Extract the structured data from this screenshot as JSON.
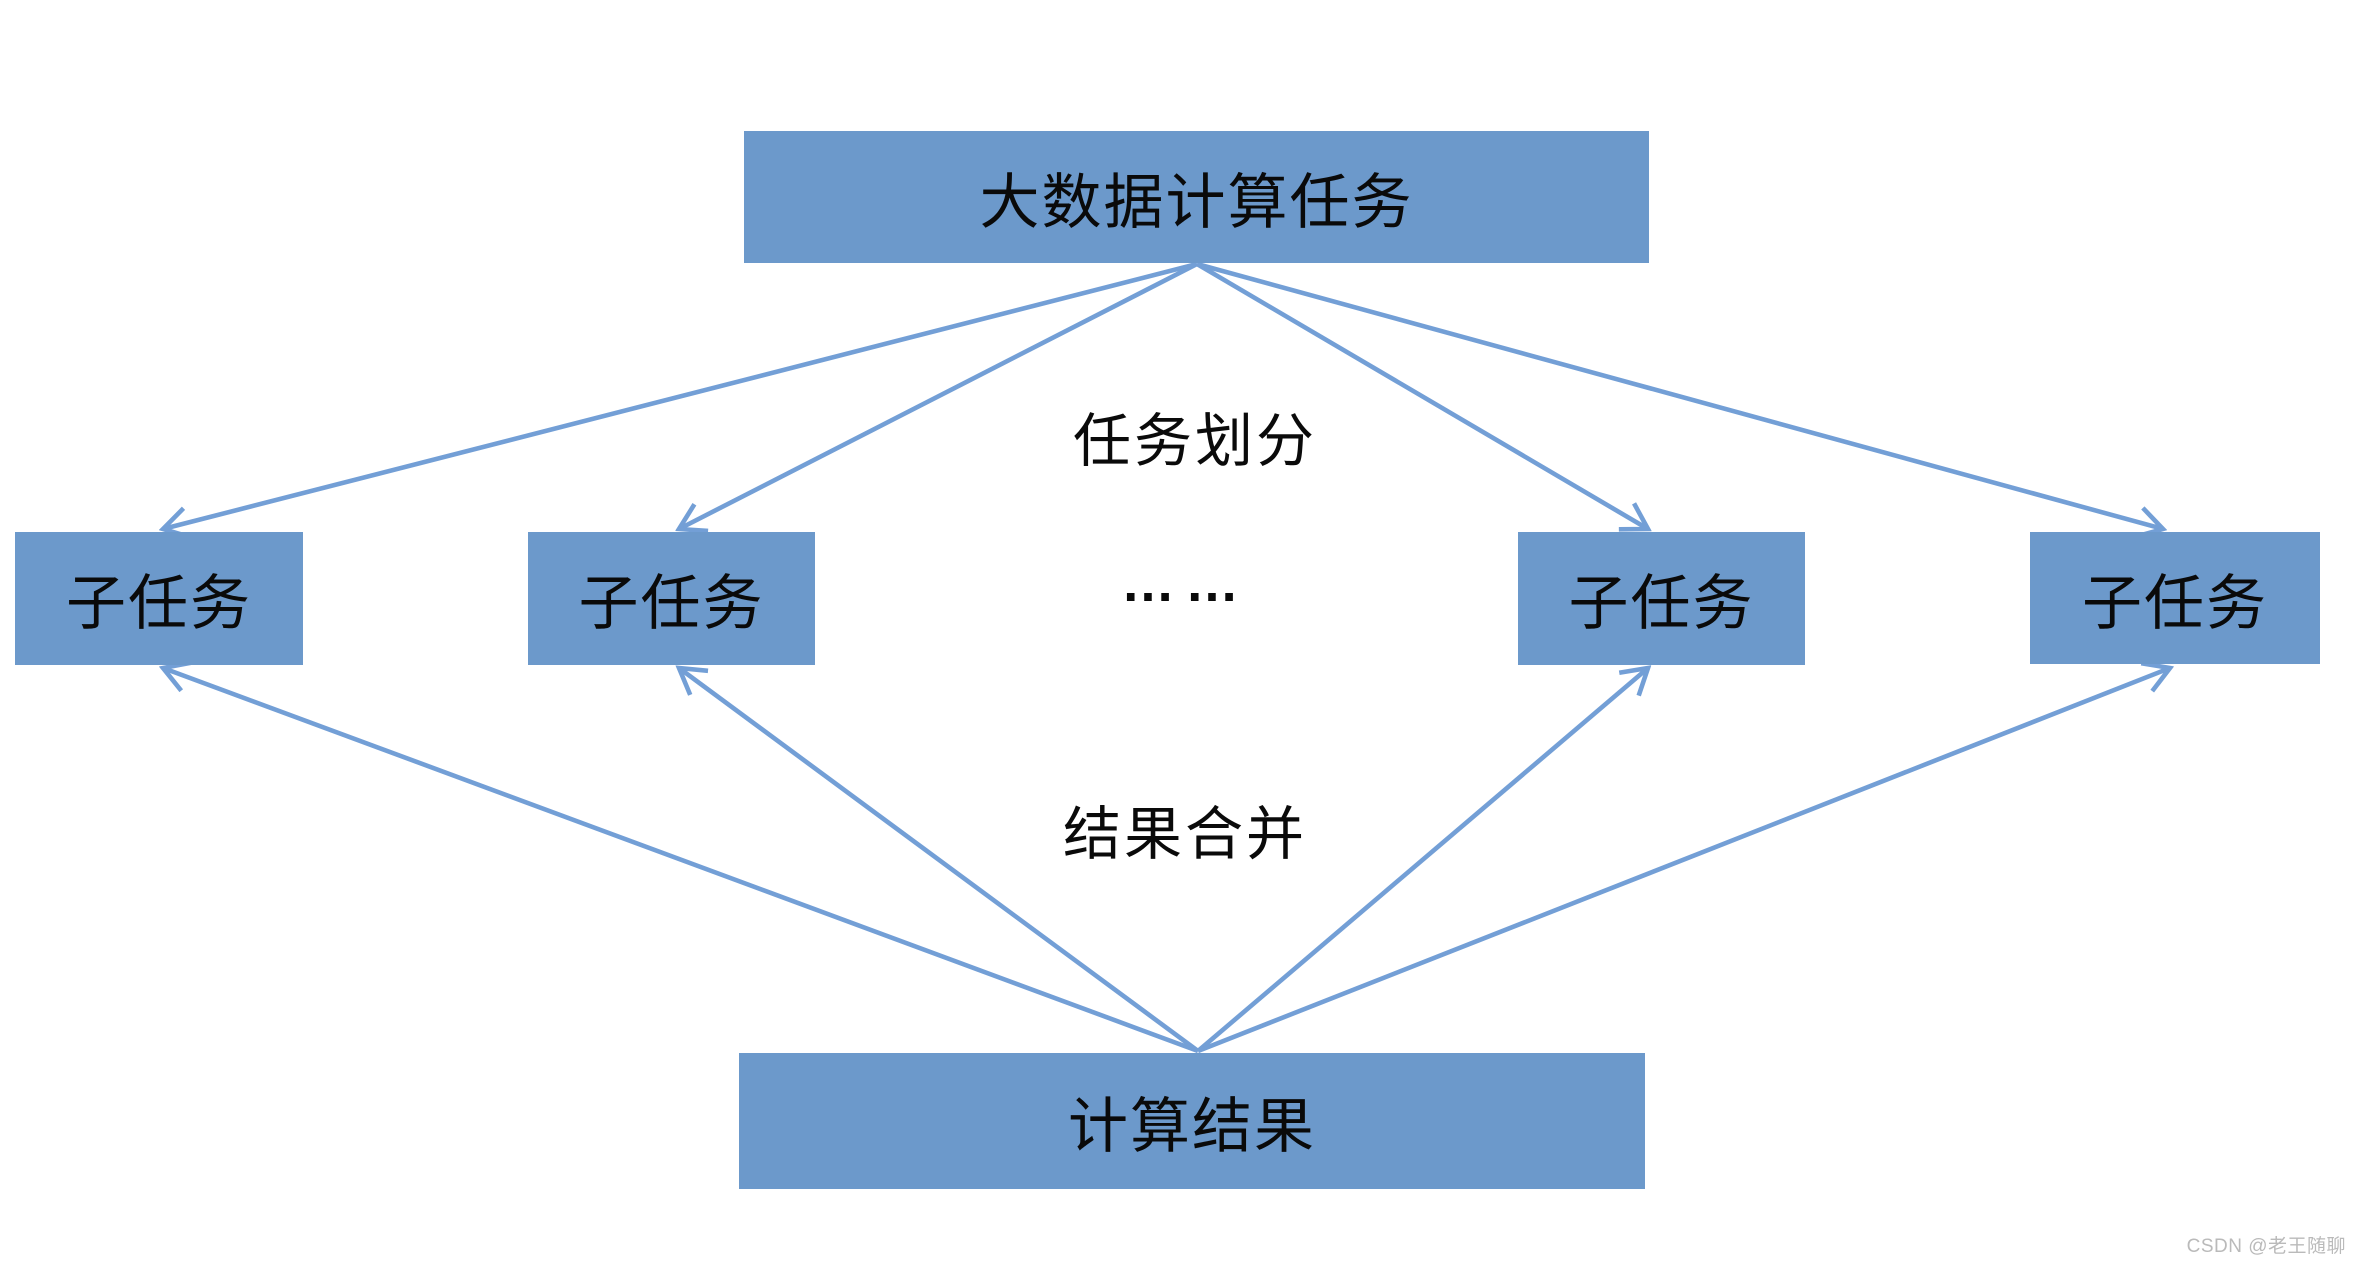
{
  "diagram": {
    "top_node": {
      "label": "大数据计算任务"
    },
    "subtask_nodes": [
      {
        "label": "子任务"
      },
      {
        "label": "子任务"
      },
      {
        "label": "子任务"
      },
      {
        "label": "子任务"
      }
    ],
    "bottom_node": {
      "label": "计算结果"
    },
    "edge_labels": {
      "task_division": "任务划分",
      "result_merge": "结果合并"
    },
    "ellipsis": "……",
    "edges": {
      "split": [
        {
          "from": "big-task",
          "to": "subtask-1"
        },
        {
          "from": "big-task",
          "to": "subtask-2"
        },
        {
          "from": "big-task",
          "to": "subtask-3"
        },
        {
          "from": "big-task",
          "to": "subtask-4"
        }
      ],
      "merge": [
        {
          "from": "result",
          "to": "subtask-1"
        },
        {
          "from": "result",
          "to": "subtask-2"
        },
        {
          "from": "result",
          "to": "subtask-3"
        },
        {
          "from": "result",
          "to": "subtask-4"
        }
      ]
    },
    "colors": {
      "node_fill": "#6C99CB",
      "arrow": "#739FD6",
      "text": "#0A0A0A",
      "watermark": "#BABABA"
    }
  },
  "watermark": {
    "text": "CSDN @老王随聊"
  }
}
